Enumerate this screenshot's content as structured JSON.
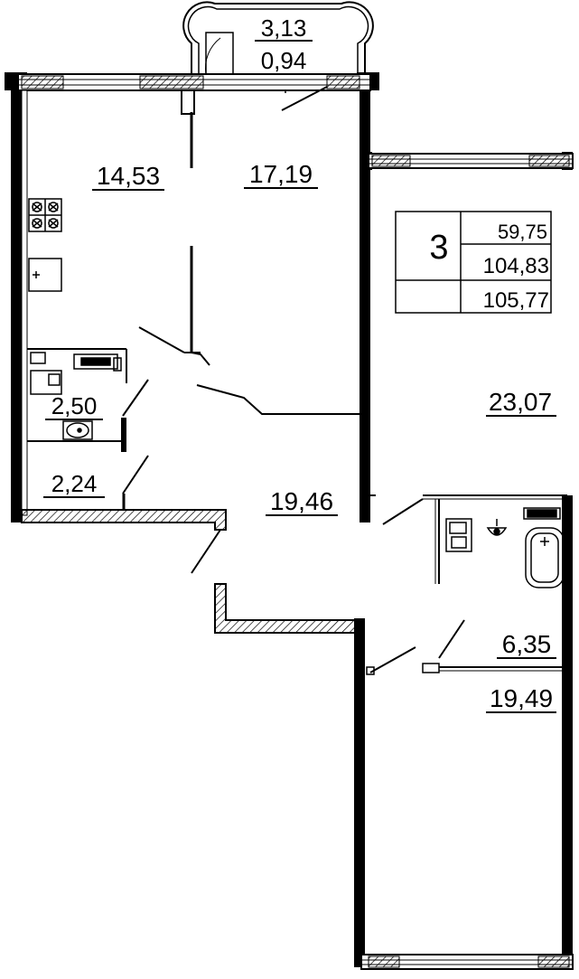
{
  "plan": {
    "room_areas": {
      "balcony_top": "3,13",
      "balcony_bottom": "0,94",
      "kitchen": "14,53",
      "living_room": "17,19",
      "bedroom_right": "23,07",
      "bathroom_left": "2,50",
      "toilet": "2,24",
      "hallway": "19,46",
      "bathroom_right": "6,35",
      "bedroom_bottom": "19,49"
    },
    "summary": {
      "rooms_count": "3",
      "living_area": "59,75",
      "total_area": "104,83",
      "total_with_balcony": "105,77"
    }
  }
}
